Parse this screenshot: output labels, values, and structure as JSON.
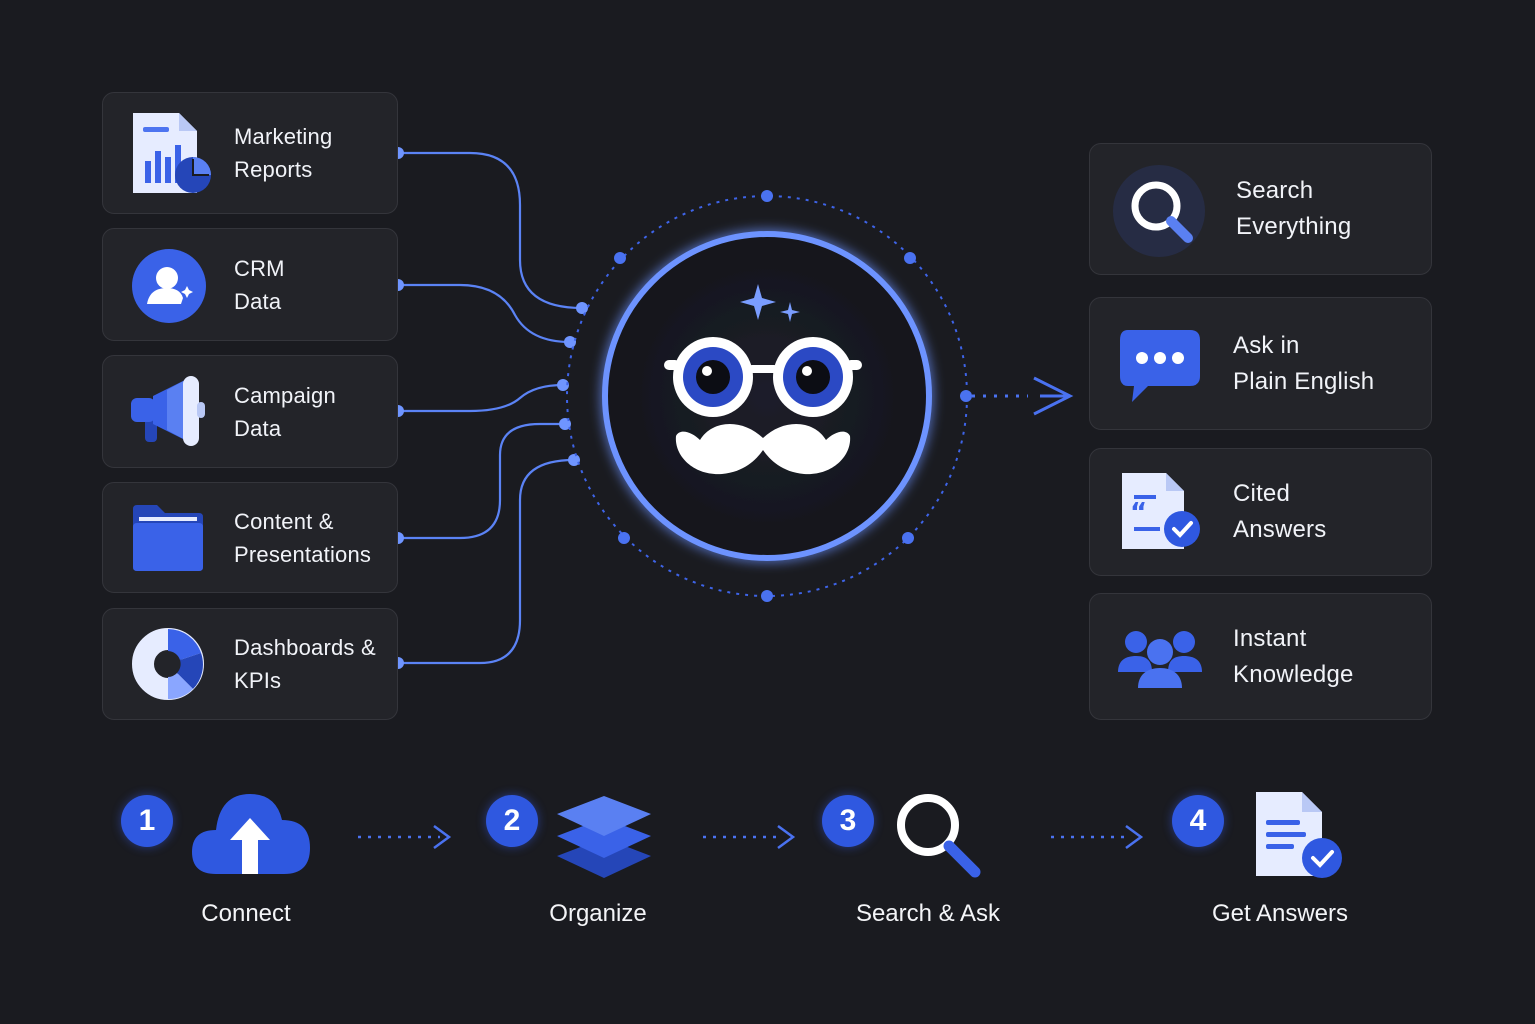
{
  "sources": [
    {
      "line1": "Marketing",
      "line2": "Reports",
      "icon": "report-chart-icon"
    },
    {
      "line1": "CRM",
      "line2": "Data",
      "icon": "user-contact-icon"
    },
    {
      "line1": "Campaign",
      "line2": "Data",
      "icon": "megaphone-icon"
    },
    {
      "line1": "Content &",
      "line2": "Presentations",
      "icon": "folder-icon"
    },
    {
      "line1": "Dashboards &",
      "line2": "KPIs",
      "icon": "donut-chart-icon"
    }
  ],
  "hub": {
    "icon": "mustache-glasses-mascot-icon"
  },
  "outputs": [
    {
      "line1": "Search",
      "line2": "Everything",
      "icon": "magnifier-icon"
    },
    {
      "line1": "Ask in",
      "line2": "Plain English",
      "icon": "chat-bubble-icon"
    },
    {
      "line1": "Cited",
      "line2": "Answers",
      "icon": "cited-document-icon"
    },
    {
      "line1": "Instant",
      "line2": "Knowledge",
      "icon": "team-icon"
    }
  ],
  "steps": [
    {
      "number": "1",
      "label": "Connect",
      "icon": "cloud-upload-icon"
    },
    {
      "number": "2",
      "label": "Organize",
      "icon": "layers-icon"
    },
    {
      "number": "3",
      "label": "Search & Ask",
      "icon": "search-icon"
    },
    {
      "number": "4",
      "label": "Get Answers",
      "icon": "verified-document-icon"
    }
  ],
  "colors": {
    "background": "#1a1b20",
    "card": "#232429",
    "accent": "#2f58e0",
    "accent_light": "#6f95ff",
    "text": "#f1f3f8"
  }
}
